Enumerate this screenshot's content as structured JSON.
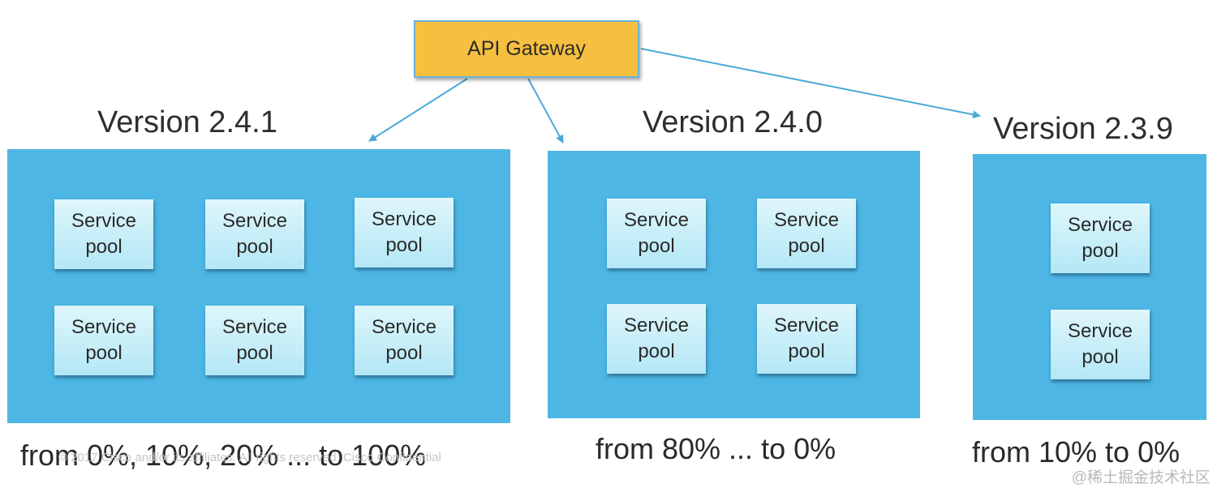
{
  "gateway": {
    "label": "API Gateway",
    "fill": "#f6bf3f"
  },
  "colors": {
    "version_box": "#4db6e4",
    "arrow": "#4aa9d9",
    "pool_top": "#def6fb",
    "pool_bottom": "#b4e7f6"
  },
  "versions": [
    {
      "title": "Version 2.4.1",
      "pools": [
        {
          "line1": "Service",
          "line2": "pool"
        },
        {
          "line1": "Service",
          "line2": "pool"
        },
        {
          "line1": "Service",
          "line2": "pool"
        },
        {
          "line1": "Service",
          "line2": "pool"
        },
        {
          "line1": "Service",
          "line2": "pool"
        },
        {
          "line1": "Service",
          "line2": "pool"
        }
      ],
      "traffic": "from 0%, 10%, 20% ... to 100%"
    },
    {
      "title": "Version 2.4.0",
      "pools": [
        {
          "line1": "Service",
          "line2": "pool"
        },
        {
          "line1": "Service",
          "line2": "pool"
        },
        {
          "line1": "Service",
          "line2": "pool"
        },
        {
          "line1": "Service",
          "line2": "pool"
        }
      ],
      "traffic": "from 80% ... to 0%"
    },
    {
      "title": "Version 2.3.9",
      "pools": [
        {
          "line1": "Service",
          "line2": "pool"
        },
        {
          "line1": "Service",
          "line2": "pool"
        }
      ],
      "traffic": "from 10% to 0%"
    }
  ],
  "footer": {
    "copyright": "© 2017 Cisco and/or its affiliates. All rights reserved.   Cisco Confidential",
    "watermark": "@稀土掘金技术社区"
  }
}
